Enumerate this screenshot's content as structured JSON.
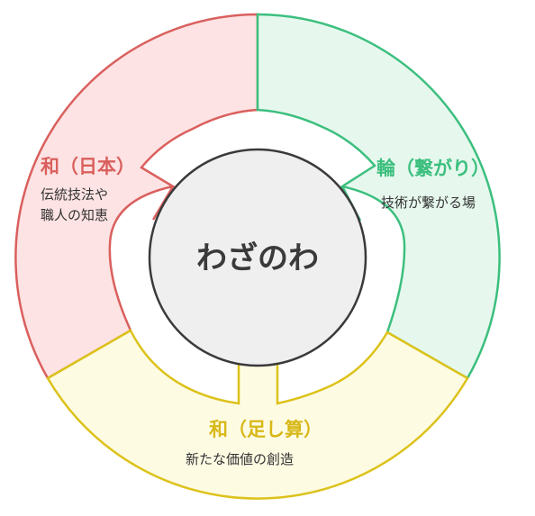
{
  "center": {
    "title": "わざのわ"
  },
  "segments": [
    {
      "id": "japan",
      "title": "和（日本）",
      "lines": [
        "伝統技法や",
        "職人の知恵"
      ],
      "stroke": "#d9605e",
      "fill": "#fde3e3",
      "title_color": "#d9605e"
    },
    {
      "id": "connection",
      "title": "輪（繋がり）",
      "lines": [
        "技術が繋がる場"
      ],
      "stroke": "#3cbf7e",
      "fill": "#e6f8ee",
      "title_color": "#3cbf7e"
    },
    {
      "id": "sum",
      "title": "和（足し算）",
      "lines": [
        "新たな価値の創造"
      ],
      "stroke": "#dcc21a",
      "fill": "#fefbe3",
      "title_color": "#d8b818"
    }
  ],
  "colors": {
    "center_fill": "#efefef",
    "center_stroke": "#3a3a3a"
  }
}
